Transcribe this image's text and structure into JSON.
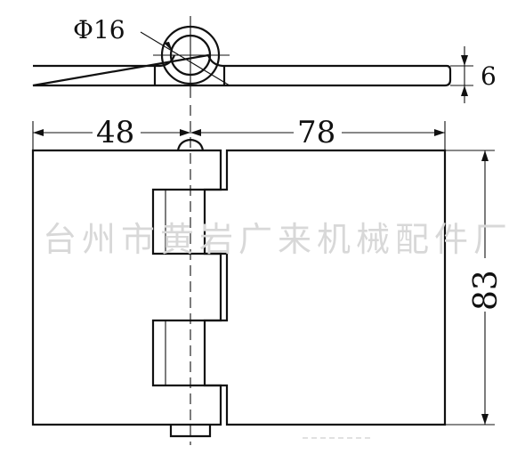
{
  "dimensions": {
    "pin_diameter": "Φ16",
    "leaf_thickness": "6",
    "left_leaf_width": "48",
    "right_leaf_width": "78",
    "height": "83"
  },
  "watermark": "台州市黄岩广来机械配件厂",
  "colors": {
    "line": "#111111",
    "watermark": "#d8d8d8",
    "background": "#ffffff"
  }
}
